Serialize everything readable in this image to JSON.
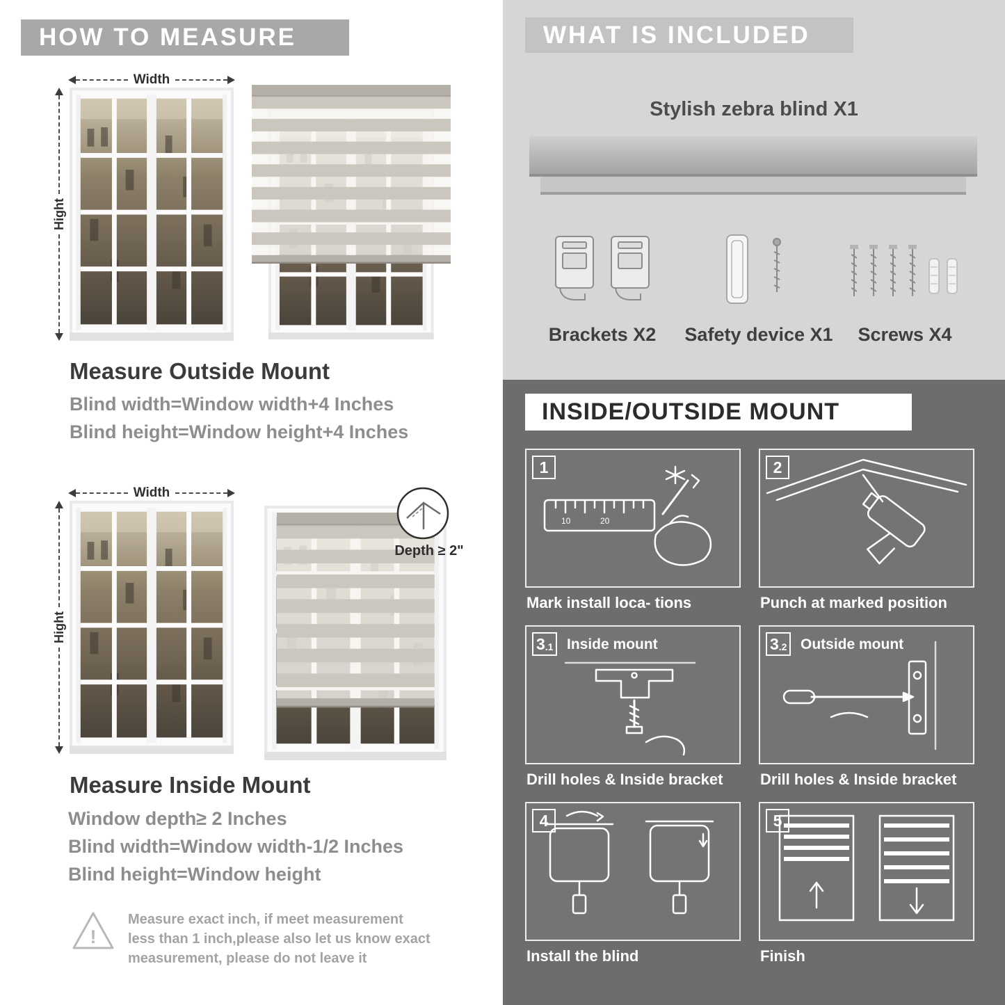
{
  "left": {
    "header": "HOW TO MEASURE",
    "outside": {
      "width_label": "Width",
      "height_label": "Hight",
      "title": "Measure Outside Mount",
      "line1": "Blind width=Window width+4 Inches",
      "line2": "Blind height=Window height+4 Inches"
    },
    "inside": {
      "width_label": "Width",
      "height_label": "Hight",
      "depth_label": "Depth ≥ 2\"",
      "title": "Measure Inside Mount",
      "line1": "Window depth≥ 2 Inches",
      "line2": "Blind width=Window width-1/2 Inches",
      "line3": "Blind height=Window height"
    },
    "warning_text": "Measure exact inch, if meet measurement less than 1 inch,please also let us know exact measurement, please do not leave it"
  },
  "right": {
    "included": {
      "header": "WHAT IS INCLUDED",
      "product_label": "Stylish zebra blind X1",
      "items": [
        {
          "label": "Brackets X2"
        },
        {
          "label": "Safety device X1"
        },
        {
          "label": "Screws X4"
        }
      ]
    },
    "mount": {
      "header": "INSIDE/OUTSIDE MOUNT",
      "steps": [
        {
          "num": "1",
          "sub": "",
          "title": "",
          "caption": "Mark install loca- tions"
        },
        {
          "num": "2",
          "sub": "",
          "title": "",
          "caption": "Punch at  marked position"
        },
        {
          "num": "3",
          "sub": ".1",
          "title": "Inside mount",
          "caption": "Drill holes &  Inside bracket"
        },
        {
          "num": "3",
          "sub": ".2",
          "title": "Outside mount",
          "caption": "Drill holes &  Inside bracket"
        },
        {
          "num": "4",
          "sub": "",
          "title": "",
          "caption": "Install the blind"
        },
        {
          "num": "5",
          "sub": "",
          "title": "",
          "caption": "Finish"
        }
      ]
    }
  },
  "colors": {
    "left_banner": "#a8a8a8",
    "included_bg": "#d6d6d6",
    "included_banner": "#c3c3c3",
    "mount_bg": "#6d6d6d",
    "text_dark": "#3b3b3b",
    "text_gray": "#8d8d8d"
  }
}
